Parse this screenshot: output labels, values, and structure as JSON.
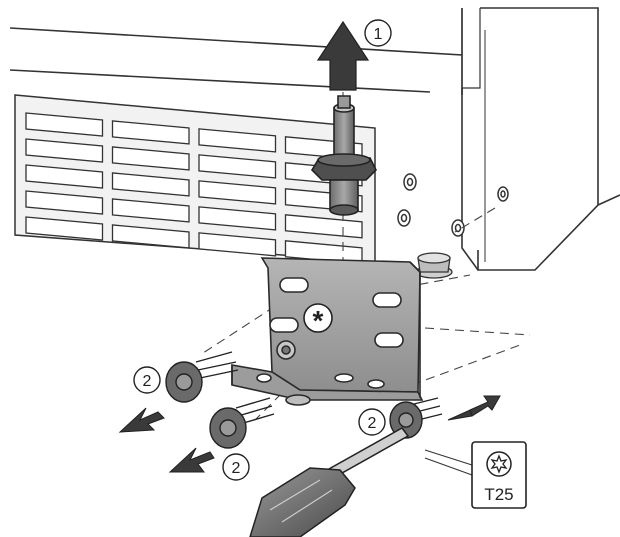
{
  "diagram": {
    "steps": {
      "step1": "1",
      "step2_left_upper": "2",
      "step2_left_lower": "2",
      "step2_right": "2"
    },
    "note_marker": "*",
    "tool_callout": {
      "icon": "torx-icon",
      "label": "T25"
    },
    "colors": {
      "line": "#222222",
      "metal": "#8a8a8a",
      "metal_dark": "#5a5a5a",
      "arrow": "#3a3a3a"
    }
  }
}
